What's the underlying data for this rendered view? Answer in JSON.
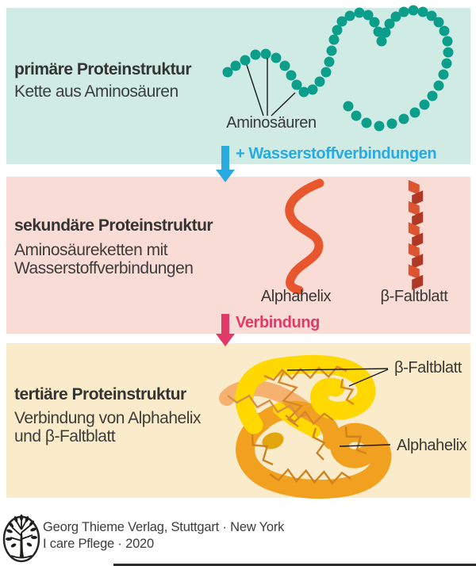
{
  "band1": {
    "title": "primäre Proteinstruktur",
    "subtitle": "Kette aus Aminosäuren",
    "chain_label": "Aminosäuren"
  },
  "arrow1": {
    "label": "+ Wasserstoffverbindungen"
  },
  "band2": {
    "title": "sekundäre Proteinstruktur",
    "subtitle_line1": "Aminosäureketten mit",
    "subtitle_line2": "Wasserstoffverbindungen",
    "helix_label": "Alphahelix",
    "sheet_label": "β-Faltblatt"
  },
  "arrow2": {
    "label": "Verbindung"
  },
  "band3": {
    "title": "tertiäre Proteinstruktur",
    "subtitle_line1": "Verbindung von Alphahelix",
    "subtitle_line2": "und β-Faltblatt",
    "sheet_label": "β-Faltblatt",
    "helix_label": "Alphahelix"
  },
  "footer": {
    "publisher": "Georg Thieme Verlag, Stuttgart · New York",
    "edition": "I care Pflege · 2020"
  },
  "colors": {
    "band1_bg": "#cfebe4",
    "band2_bg": "#f9dcd6",
    "band3_bg": "#faecca",
    "chain_dot": "#0a9e8b",
    "arrow1": "#29aae1",
    "arrow2": "#e23a68",
    "helix_ribbon": "#e8562e",
    "sheet_light": "#dc5430",
    "sheet_dark": "#b03826",
    "tangle_yellow": "#ffd800",
    "tangle_orange": "#f2a01f",
    "tangle_peach": "#f5b170",
    "zigzag_yellow": "#d7872a",
    "zigzag_orange": "#d0821f",
    "zigzag_peach": "#da8f47",
    "text": "#3d3d3b"
  }
}
